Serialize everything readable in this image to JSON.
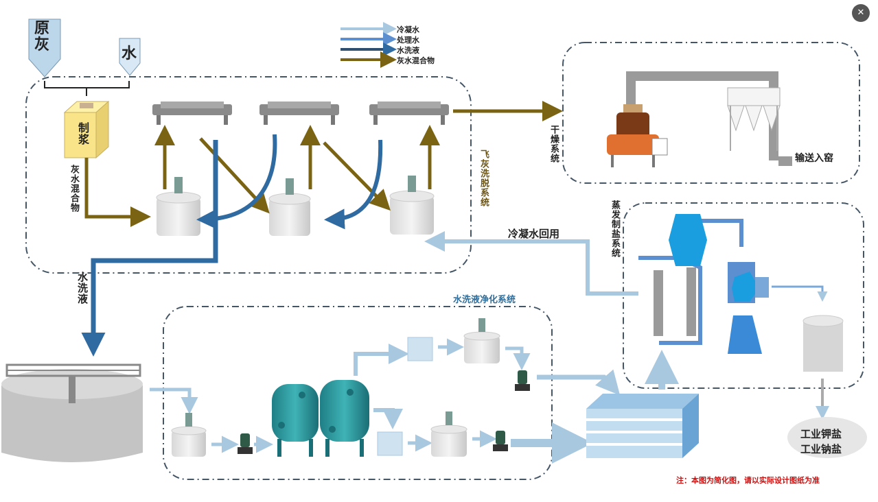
{
  "inputs": {
    "raw_ash": "原灰",
    "water": "水"
  },
  "legend": {
    "condensate": {
      "label": "冷凝水",
      "color": "#a8c8e0"
    },
    "treated_water": {
      "label": "处理水",
      "color": "#5b8fd0"
    },
    "wash_liquid": {
      "label": "水洗液",
      "color": "#2f6aa0"
    },
    "ash_mix": {
      "label": "灰水混合物",
      "color": "#7a6414"
    }
  },
  "labels": {
    "slurry": "制浆",
    "ash_water_mix": "灰水混合物",
    "fly_ash_washing_system": "飞灰洗脱系统",
    "drying_system": "干燥系统",
    "to_kiln": "输送入窑",
    "condensate_reuse": "冷凝水回用",
    "evaporation_salt_system": "蒸发制盐系统",
    "wash_liquid": "水洗液",
    "purification_system": "水洗液净化系统",
    "potassium_salt": "工业钾盐",
    "sodium_salt": "工业钠盐",
    "note": "注：本图为简化图，请以实际设计图纸为准"
  },
  "icons": {
    "close": "close-icon"
  }
}
